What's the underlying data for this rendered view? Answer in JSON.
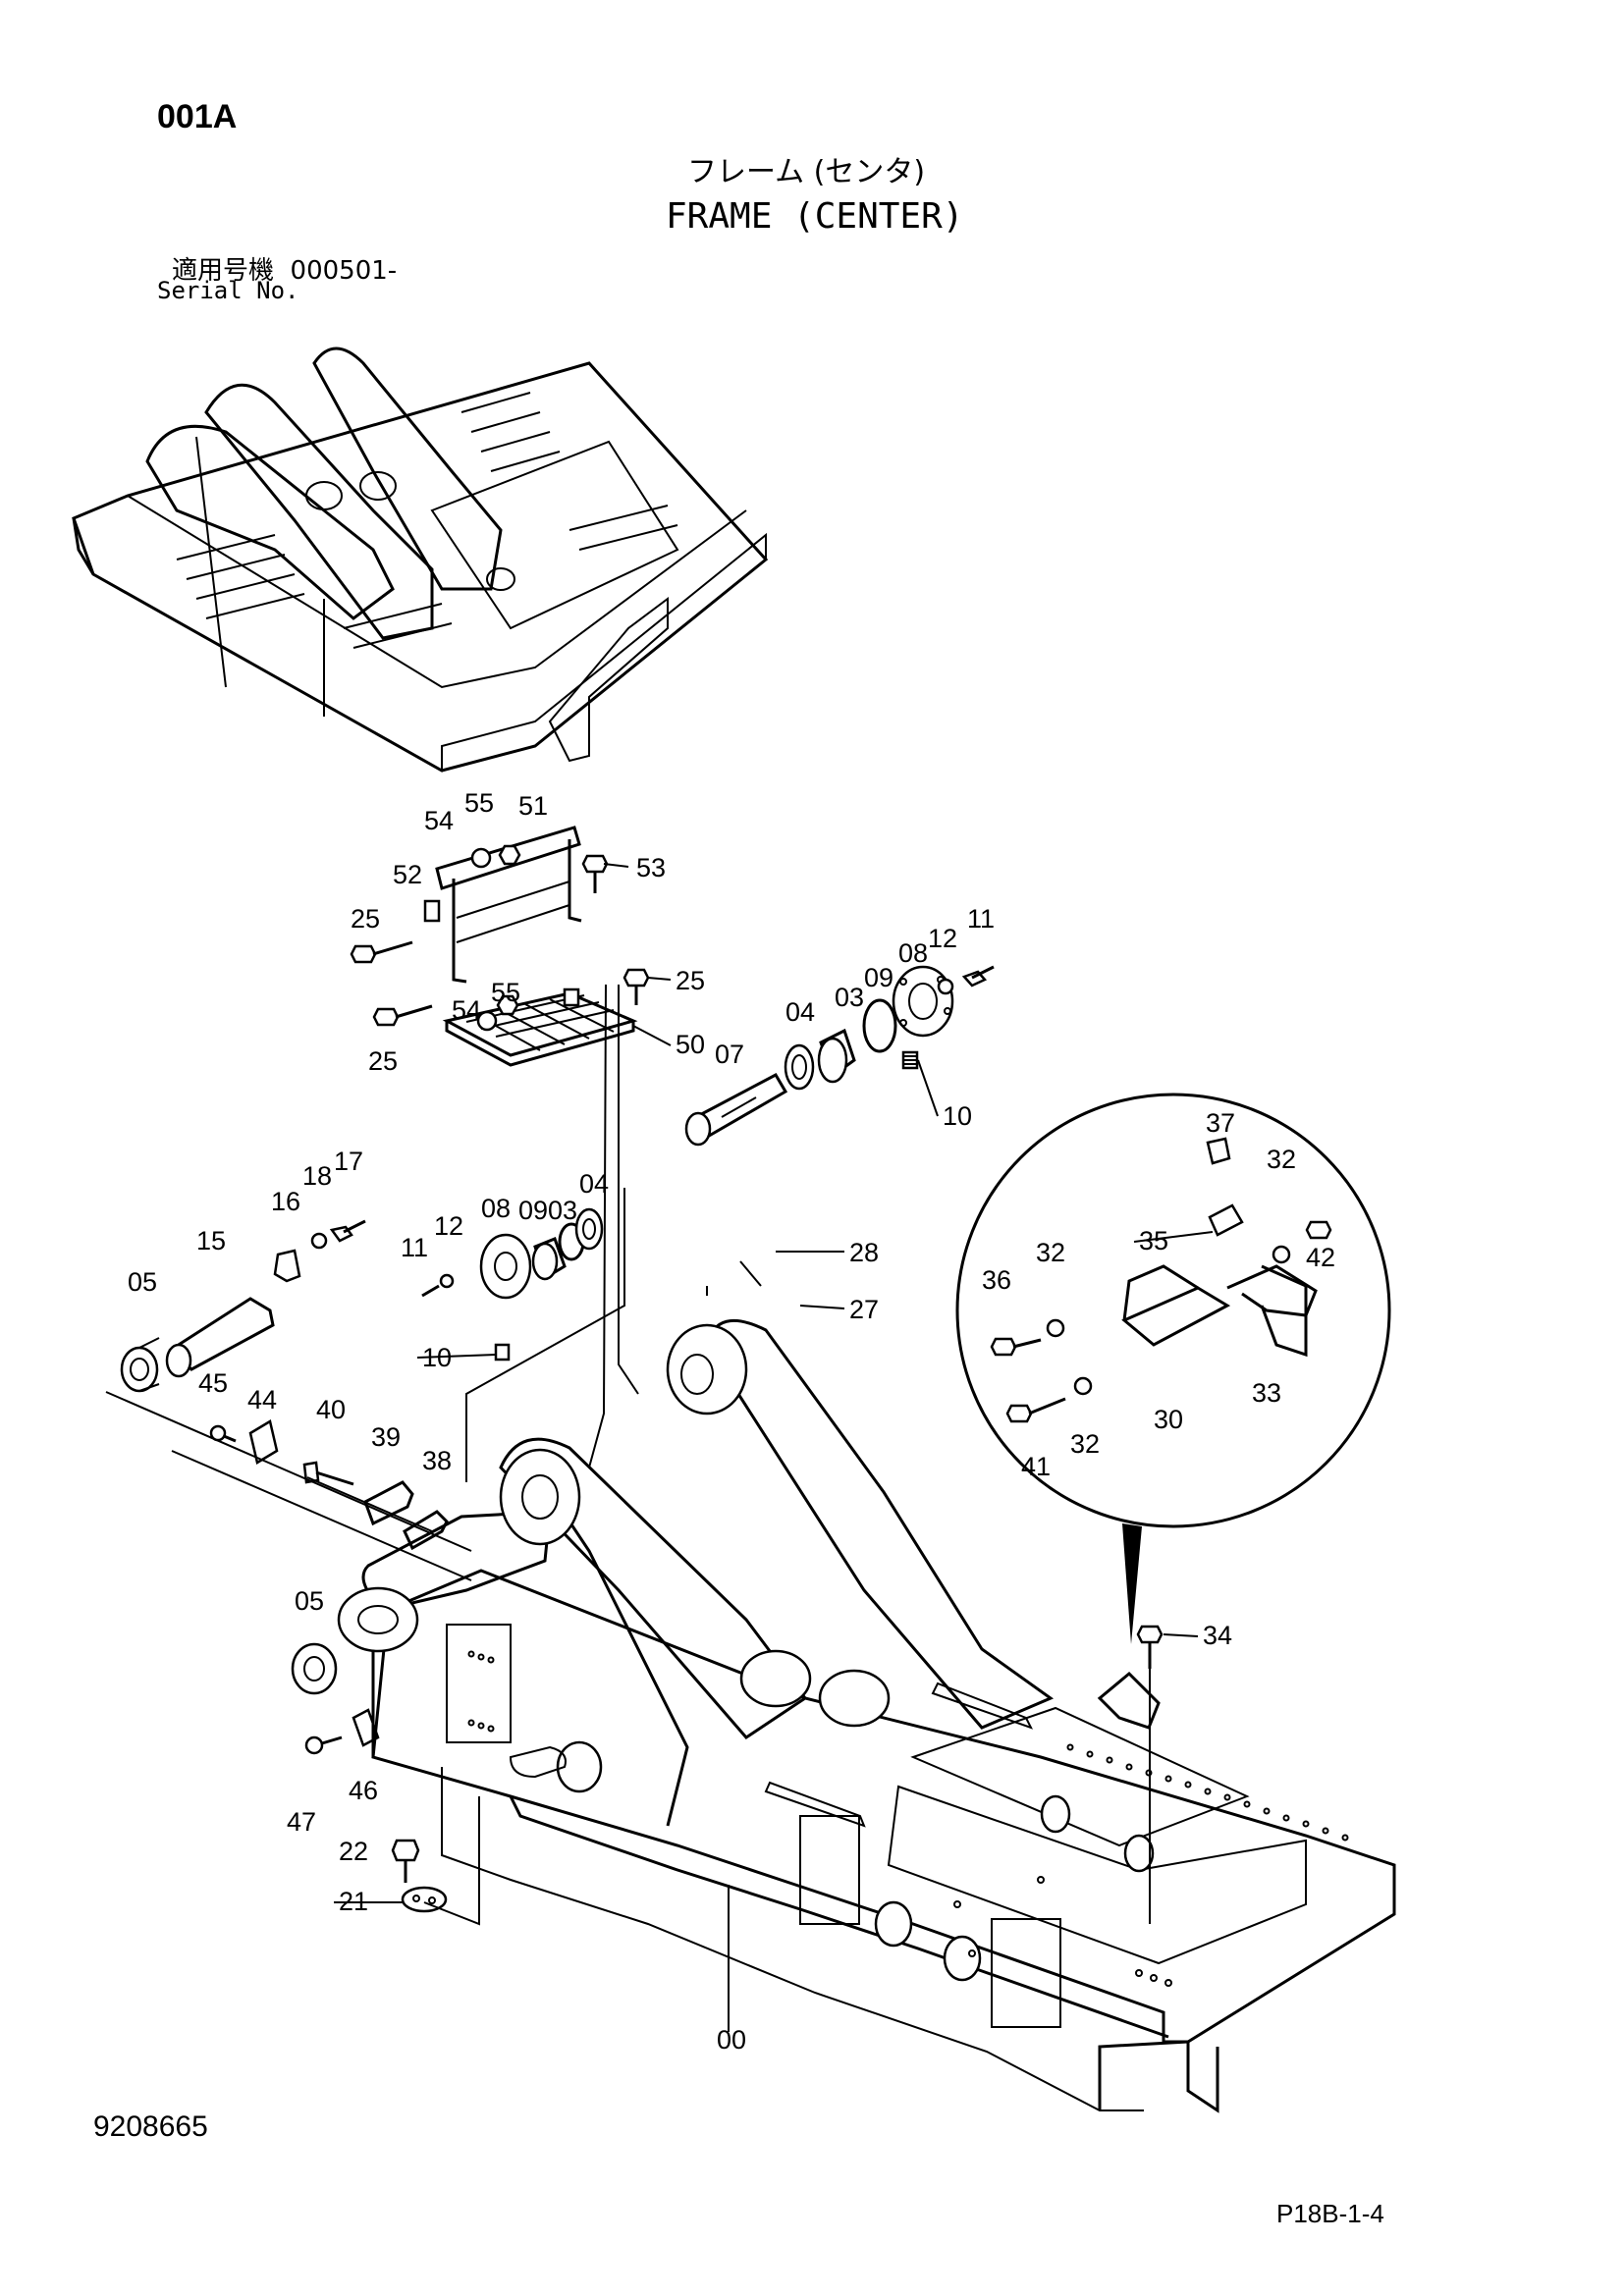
{
  "header": {
    "page_code": "001A",
    "title_jp": "フレーム (センタ)",
    "title_en": "FRAME (CENTER)",
    "serial_label_jp": "適用号機",
    "serial_value": "000501-",
    "serial_label_en": "Serial No."
  },
  "callouts": {
    "c00": "00",
    "c03a": "03",
    "c03b": "03",
    "c04a": "04",
    "c04b": "04",
    "c05a": "05",
    "c05b": "05",
    "c07": "07",
    "c08a": "08",
    "c08b": "08",
    "c09a": "09",
    "c09b": "09",
    "c10a": "10",
    "c10b": "10",
    "c11a": "11",
    "c11b": "11",
    "c12a": "12",
    "c12b": "12",
    "c15": "15",
    "c16": "16",
    "c17": "17",
    "c18": "18",
    "c21": "21",
    "c22": "22",
    "c25a": "25",
    "c25b": "25",
    "c25c": "25",
    "c27": "27",
    "c28": "28",
    "c30": "30",
    "c32a": "32",
    "c32b": "32",
    "c32c": "32",
    "c33": "33",
    "c34": "34",
    "c35": "35",
    "c36": "36",
    "c37": "37",
    "c38": "38",
    "c39": "39",
    "c40": "40",
    "c41": "41",
    "c42": "42",
    "c44": "44",
    "c45": "45",
    "c46": "46",
    "c47": "47",
    "c50": "50",
    "c51": "51",
    "c52": "52",
    "c53": "53",
    "c54a": "54",
    "c54b": "54",
    "c55a": "55",
    "c55b": "55"
  },
  "footer": {
    "doc_number": "9208665",
    "page_ref": "P18B-1-4"
  }
}
